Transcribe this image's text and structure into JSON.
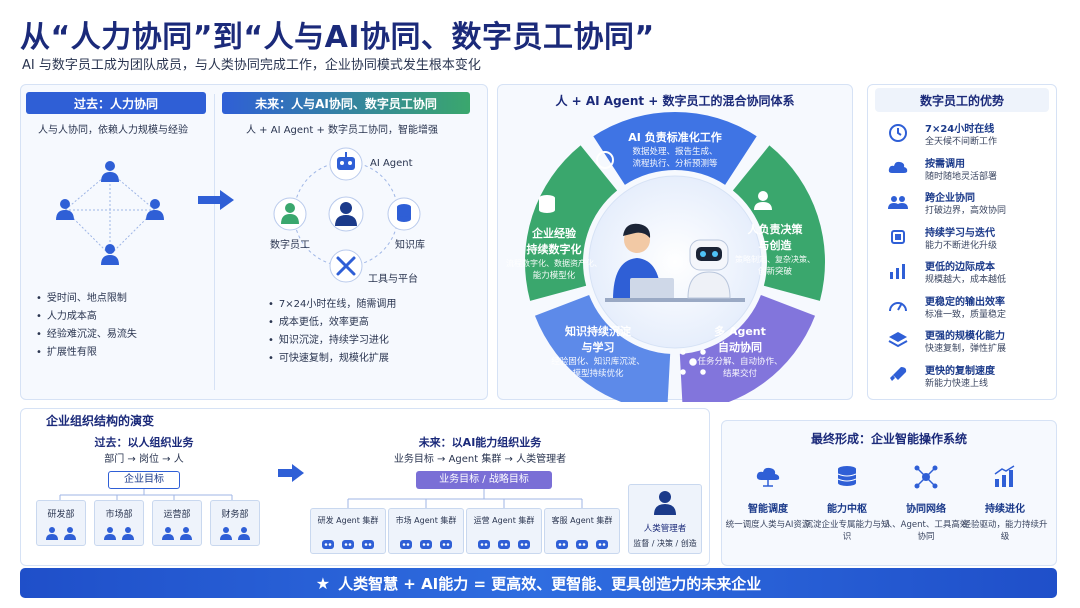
{
  "title": "从“人力协同”到“人与AI协同、数字员工协同”",
  "subtitle": "AI 与数字员工成为团队成员，与人类协同完成工作，企业协同模式发生根本变化",
  "past": {
    "header": "过去：人力协同",
    "desc": "人与人协同，依赖人力规模与经验",
    "bullets": [
      "受时间、地点限制",
      "人力成本高",
      "经验难沉淀、易流失",
      "扩展性有限"
    ]
  },
  "future": {
    "header": "未来：人与AI协同、数字员工协同",
    "desc": "人 + AI Agent + 数字员工协同，智能增强",
    "nodes": {
      "agent": "AI Agent",
      "digital": "数字员工",
      "kb": "知识库",
      "tools": "工具与平台"
    },
    "bullets": [
      "7×24小时在线，随需调用",
      "成本更低，效率更高",
      "知识沉淀，持续学习进化",
      "可快速复制，规模化扩展"
    ]
  },
  "hybrid": {
    "title": "人 + AI Agent + 数字员工的混合协同体系",
    "segments": [
      {
        "t1": "AI 负责标准化工作",
        "t2a": "数据处理、报告生成、",
        "t2b": "流程执行、分析预测等"
      },
      {
        "t1": "人负责决策",
        "t1b": "与创造",
        "t2a": "策略制定、复杂决策、",
        "t2b": "创新突破"
      },
      {
        "t1": "多 Agent",
        "t1b": "自动协同",
        "t2a": "任务分解、自动协作、",
        "t2b": "结果交付"
      },
      {
        "t1": "知识持续沉淀",
        "t1b": "与学习",
        "t2a": "经验固化、知识库沉淀、",
        "t2b": "模型持续优化"
      },
      {
        "t1": "企业经验",
        "t1b": "持续数字化",
        "t2a": "流程数字化、数据资产化、",
        "t2b": "能力模型化"
      }
    ]
  },
  "advantages": {
    "title": "数字员工的优势",
    "items": [
      {
        "t1": "7×24小时在线",
        "t2": "全天候不间断工作",
        "icon": "clock-icon"
      },
      {
        "t1": "按需调用",
        "t2": "随时随地灵活部署",
        "icon": "cloud-icon"
      },
      {
        "t1": "跨企业协同",
        "t2": "打破边界，高效协同",
        "icon": "people-icon"
      },
      {
        "t1": "持续学习与迭代",
        "t2": "能力不断进化升级",
        "icon": "chip-icon"
      },
      {
        "t1": "更低的边际成本",
        "t2": "规模越大，成本越低",
        "icon": "bar-chart-icon"
      },
      {
        "t1": "更稳定的输出效率",
        "t2": "标准一致，质量稳定",
        "icon": "gauge-icon"
      },
      {
        "t1": "更强的规模化能力",
        "t2": "快速复制，弹性扩展",
        "icon": "layers-icon"
      },
      {
        "t1": "更快的复制速度",
        "t2": "新能力快速上线",
        "icon": "rocket-icon"
      }
    ]
  },
  "org": {
    "title": "企业组织结构的演变",
    "past_title": "过去：以人组织业务",
    "past_flow": "部门 → 岗位 → 人",
    "past_root": "企业目标",
    "depts": [
      "研发部",
      "市场部",
      "运营部",
      "财务部"
    ],
    "future_title": "未来：以AI能力组织业务",
    "future_flow": "业务目标 → Agent 集群 → 人类管理者",
    "future_root": "业务目标 / 战略目标",
    "agents": [
      "研发 Agent 集群",
      "市场 Agent 集群",
      "运营 Agent 集群",
      "客服 Agent 集群"
    ],
    "manager": "人类管理者",
    "manager_role": "监督 / 决策 / 创造"
  },
  "final": {
    "title": "最终形成：企业智能操作系统",
    "items": [
      {
        "t1": "智能调度",
        "t2": "统一调度人类与AI资源",
        "icon": "cloud-network-icon"
      },
      {
        "t1": "能力中枢",
        "t2": "沉淀企业专属能力与知识",
        "icon": "database-icon"
      },
      {
        "t1": "协同网络",
        "t2": "人、Agent、工具高效协同",
        "icon": "network-icon"
      },
      {
        "t1": "持续进化",
        "t2": "经验驱动，能力持续升级",
        "icon": "growth-chart-icon"
      }
    ]
  },
  "banner": "人类智慧 + AI能力 = 更高效、更智能、更具创造力的未来企业",
  "colors": {
    "primary": "#2f5fd6",
    "green": "#3aa76d",
    "purple": "#7a6fd6",
    "navy": "#1b2a7a"
  }
}
